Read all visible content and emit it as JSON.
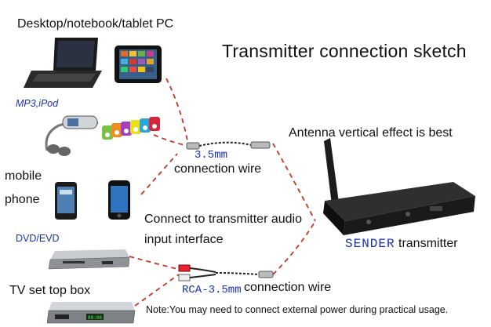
{
  "title": "Transmitter connection sketch",
  "sources": {
    "pc": "Desktop/notebook/tablet PC",
    "mp3": "MP3,iPod",
    "mobile_line1": "mobile",
    "mobile_line2": "phone",
    "dvd": "DVD/EVD",
    "tv": "TV set top box"
  },
  "cables": {
    "wire1_spec": "3.5mm",
    "wire1_label": "connection wire",
    "wire2_spec": "RCA-3.5mm",
    "wire2_label": "connection wire"
  },
  "annotations": {
    "connect_line1": "Connect to transmitter audio",
    "connect_line2": "input interface",
    "antenna": "Antenna vertical effect is best",
    "sender_brand": "SENDER",
    "sender_label": "transmitter",
    "note": "Note:You may need to connect external power during practical usage."
  },
  "colors": {
    "dashed_line": "#cc3322",
    "brand_blue": "#1a2fb8"
  }
}
